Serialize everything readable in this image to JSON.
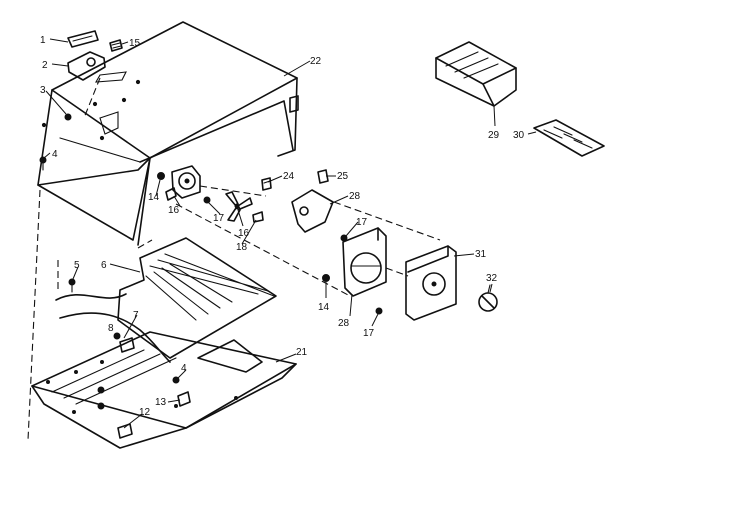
{
  "callouts": {
    "c1": "1",
    "c2": "2",
    "c3": "3",
    "c4a": "4",
    "c4b": "4",
    "c5": "5",
    "c6": "6",
    "c7": "7",
    "c8": "8",
    "c12": "12",
    "c13": "13",
    "c14a": "14",
    "c14b": "14",
    "c15": "15",
    "c16a": "16",
    "c16b": "16",
    "c17a": "17",
    "c17b": "17",
    "c17c": "17",
    "c18": "18",
    "c21": "21",
    "c22": "22",
    "c24": "24",
    "c25": "25",
    "c28a": "28",
    "c28b": "28",
    "c29": "29",
    "c30": "30",
    "c31": "31",
    "c32": "32"
  }
}
